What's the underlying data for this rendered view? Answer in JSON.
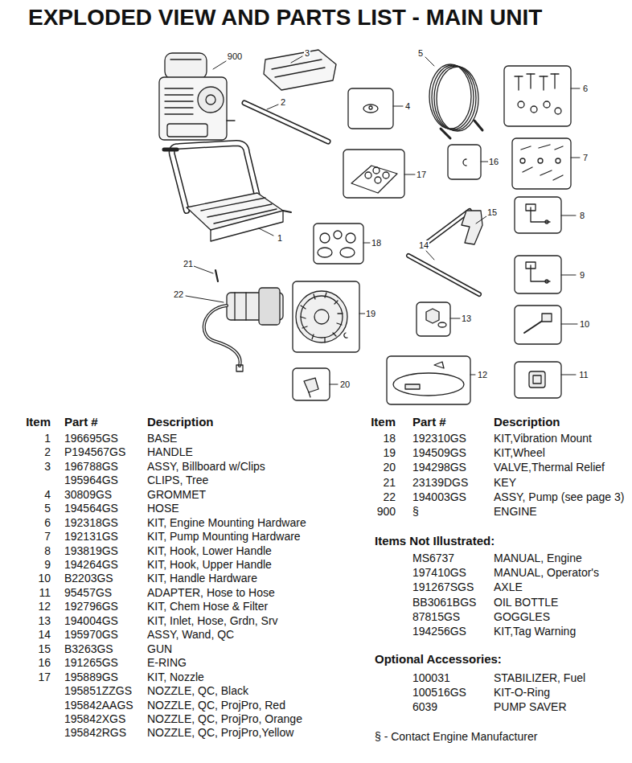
{
  "diagram": {
    "title": "EXPLODED VIEW AND PARTS LIST - MAIN UNIT",
    "labels": [
      "900",
      "3",
      "5",
      "2",
      "4",
      "6",
      "17",
      "16",
      "7",
      "15",
      "1",
      "8",
      "21",
      "18",
      "14",
      "9",
      "22",
      "19",
      "13",
      "10",
      "20",
      "12",
      "11",
      "Item",
      "Part #",
      "Description",
      "1",
      "196695GS",
      "BASE",
      "2",
      "P194567GS",
      "HANDLE",
      "3",
      "196788GS",
      "ASSY, Billboard w/Clips",
      "195964GS",
      "CLIPS, Tree",
      "4",
      "30809GS",
      "GROMMET",
      "5",
      "194564GS",
      "HOSE",
      "6",
      "192318GS",
      "KIT, Engine Mounting Hardware",
      "7",
      "192131GS",
      "KIT, Pump Mounting Hardware",
      "8",
      "193819GS",
      "KIT, Hook, Lower Handle",
      "9",
      "194264GS",
      "KIT, Hook, Upper Handle",
      "10",
      "B2203GS",
      "KIT, Handle Hardware",
      "11",
      "95457GS",
      "ADAPTER, Hose to Hose",
      "12",
      "192796GS",
      "KIT, Chem Hose & Filter",
      "13",
      "194004GS",
      "KIT, Inlet, Hose, Grdn, Srv",
      "14",
      "195970GS",
      "ASSY, Wand, QC",
      "15",
      "B3263GS",
      "GUN",
      "16",
      "191265GS",
      "E-RING",
      "17",
      "195889GS",
      "KIT, Nozzle",
      "195851ZZGS",
      "NOZZLE, QC, Black",
      "195842AAGS",
      "NOZZLE, QC, ProjPro, Red",
      "195842XGS",
      "NOZZLE, QC, ProjPro, Orange",
      "195842RGS",
      "NOZZLE, QC, ProjPro,Yellow",
      "Item",
      "Part #",
      "Description",
      "18",
      "192310GS",
      "KIT,Vibration Mount",
      "19",
      "194509GS",
      "KIT,Wheel",
      "20",
      "194298GS",
      "VALVE,Thermal Relief",
      "21",
      "23139DGS",
      "KEY",
      "22",
      "194003GS",
      "ASSY, Pump (see page 3)",
      "900",
      "§",
      "ENGINE",
      "Items Not Illustrated:",
      "MS6737",
      "MANUAL, Engine",
      "197410GS",
      "MANUAL, Operator's",
      "191267SGS",
      "AXLE",
      "BB3061BGS",
      "OIL BOTTLE",
      "87815GS",
      "GOGGLES",
      "194256GS",
      "KIT,Tag Warning",
      "Optional Accessories:",
      "100031",
      "STABILIZER, Fuel",
      "100516GS",
      "KIT-O-Ring",
      "6039",
      "PUMP SAVER",
      "§ - Contact Engine Manufacturer"
    ]
  }
}
